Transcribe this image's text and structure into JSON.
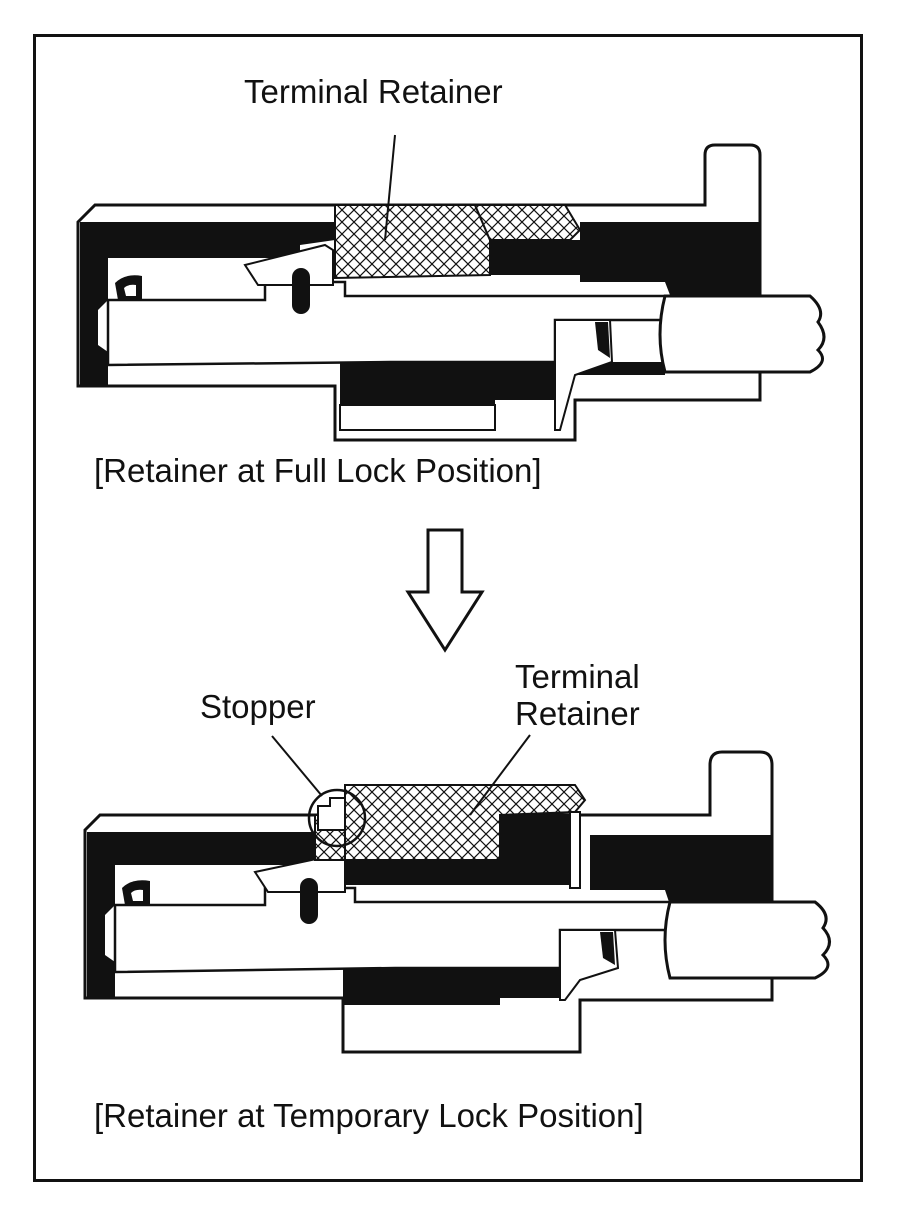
{
  "top_diagram": {
    "label_terminal_retainer": "Terminal Retainer",
    "caption": "[Retainer at Full Lock Position]"
  },
  "bottom_diagram": {
    "label_stopper": "Stopper",
    "label_terminal_line1": "Terminal",
    "label_terminal_line2": "Retainer",
    "caption": "[Retainer at Temporary Lock Position]"
  },
  "colors": {
    "ink": "#111111",
    "paper": "#ffffff"
  },
  "icons": {
    "transition_arrow": "down-arrow-outline-icon"
  }
}
